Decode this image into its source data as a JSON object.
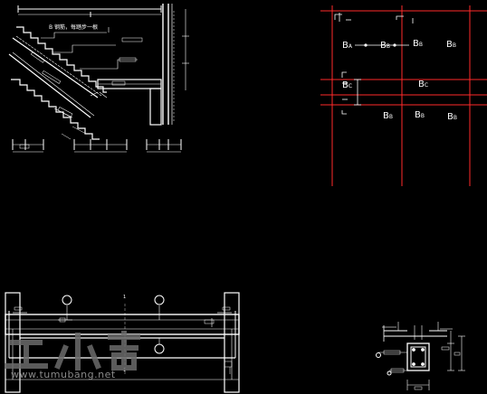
{
  "stair_note": "B 钢筋，每踏步一根",
  "panels": [
    {
      "main": "B",
      "sub": "A"
    },
    {
      "main": "B",
      "sub": "B"
    },
    {
      "main": "B",
      "sub": "B"
    },
    {
      "main": "B",
      "sub": "B"
    },
    {
      "main": "B",
      "sub": "C"
    },
    {
      "main": "B",
      "sub": "C"
    },
    {
      "main": "B",
      "sub": "B"
    },
    {
      "main": "B",
      "sub": "B"
    },
    {
      "main": "B",
      "sub": "B"
    }
  ],
  "axis_marks": [
    "1",
    "1"
  ],
  "watermark": {
    "text": "www.tumubang.net",
    "logo": "土木帮"
  },
  "colors": {
    "background": "#000000",
    "line": "#ffffff",
    "grid": "#ff2a2a"
  }
}
